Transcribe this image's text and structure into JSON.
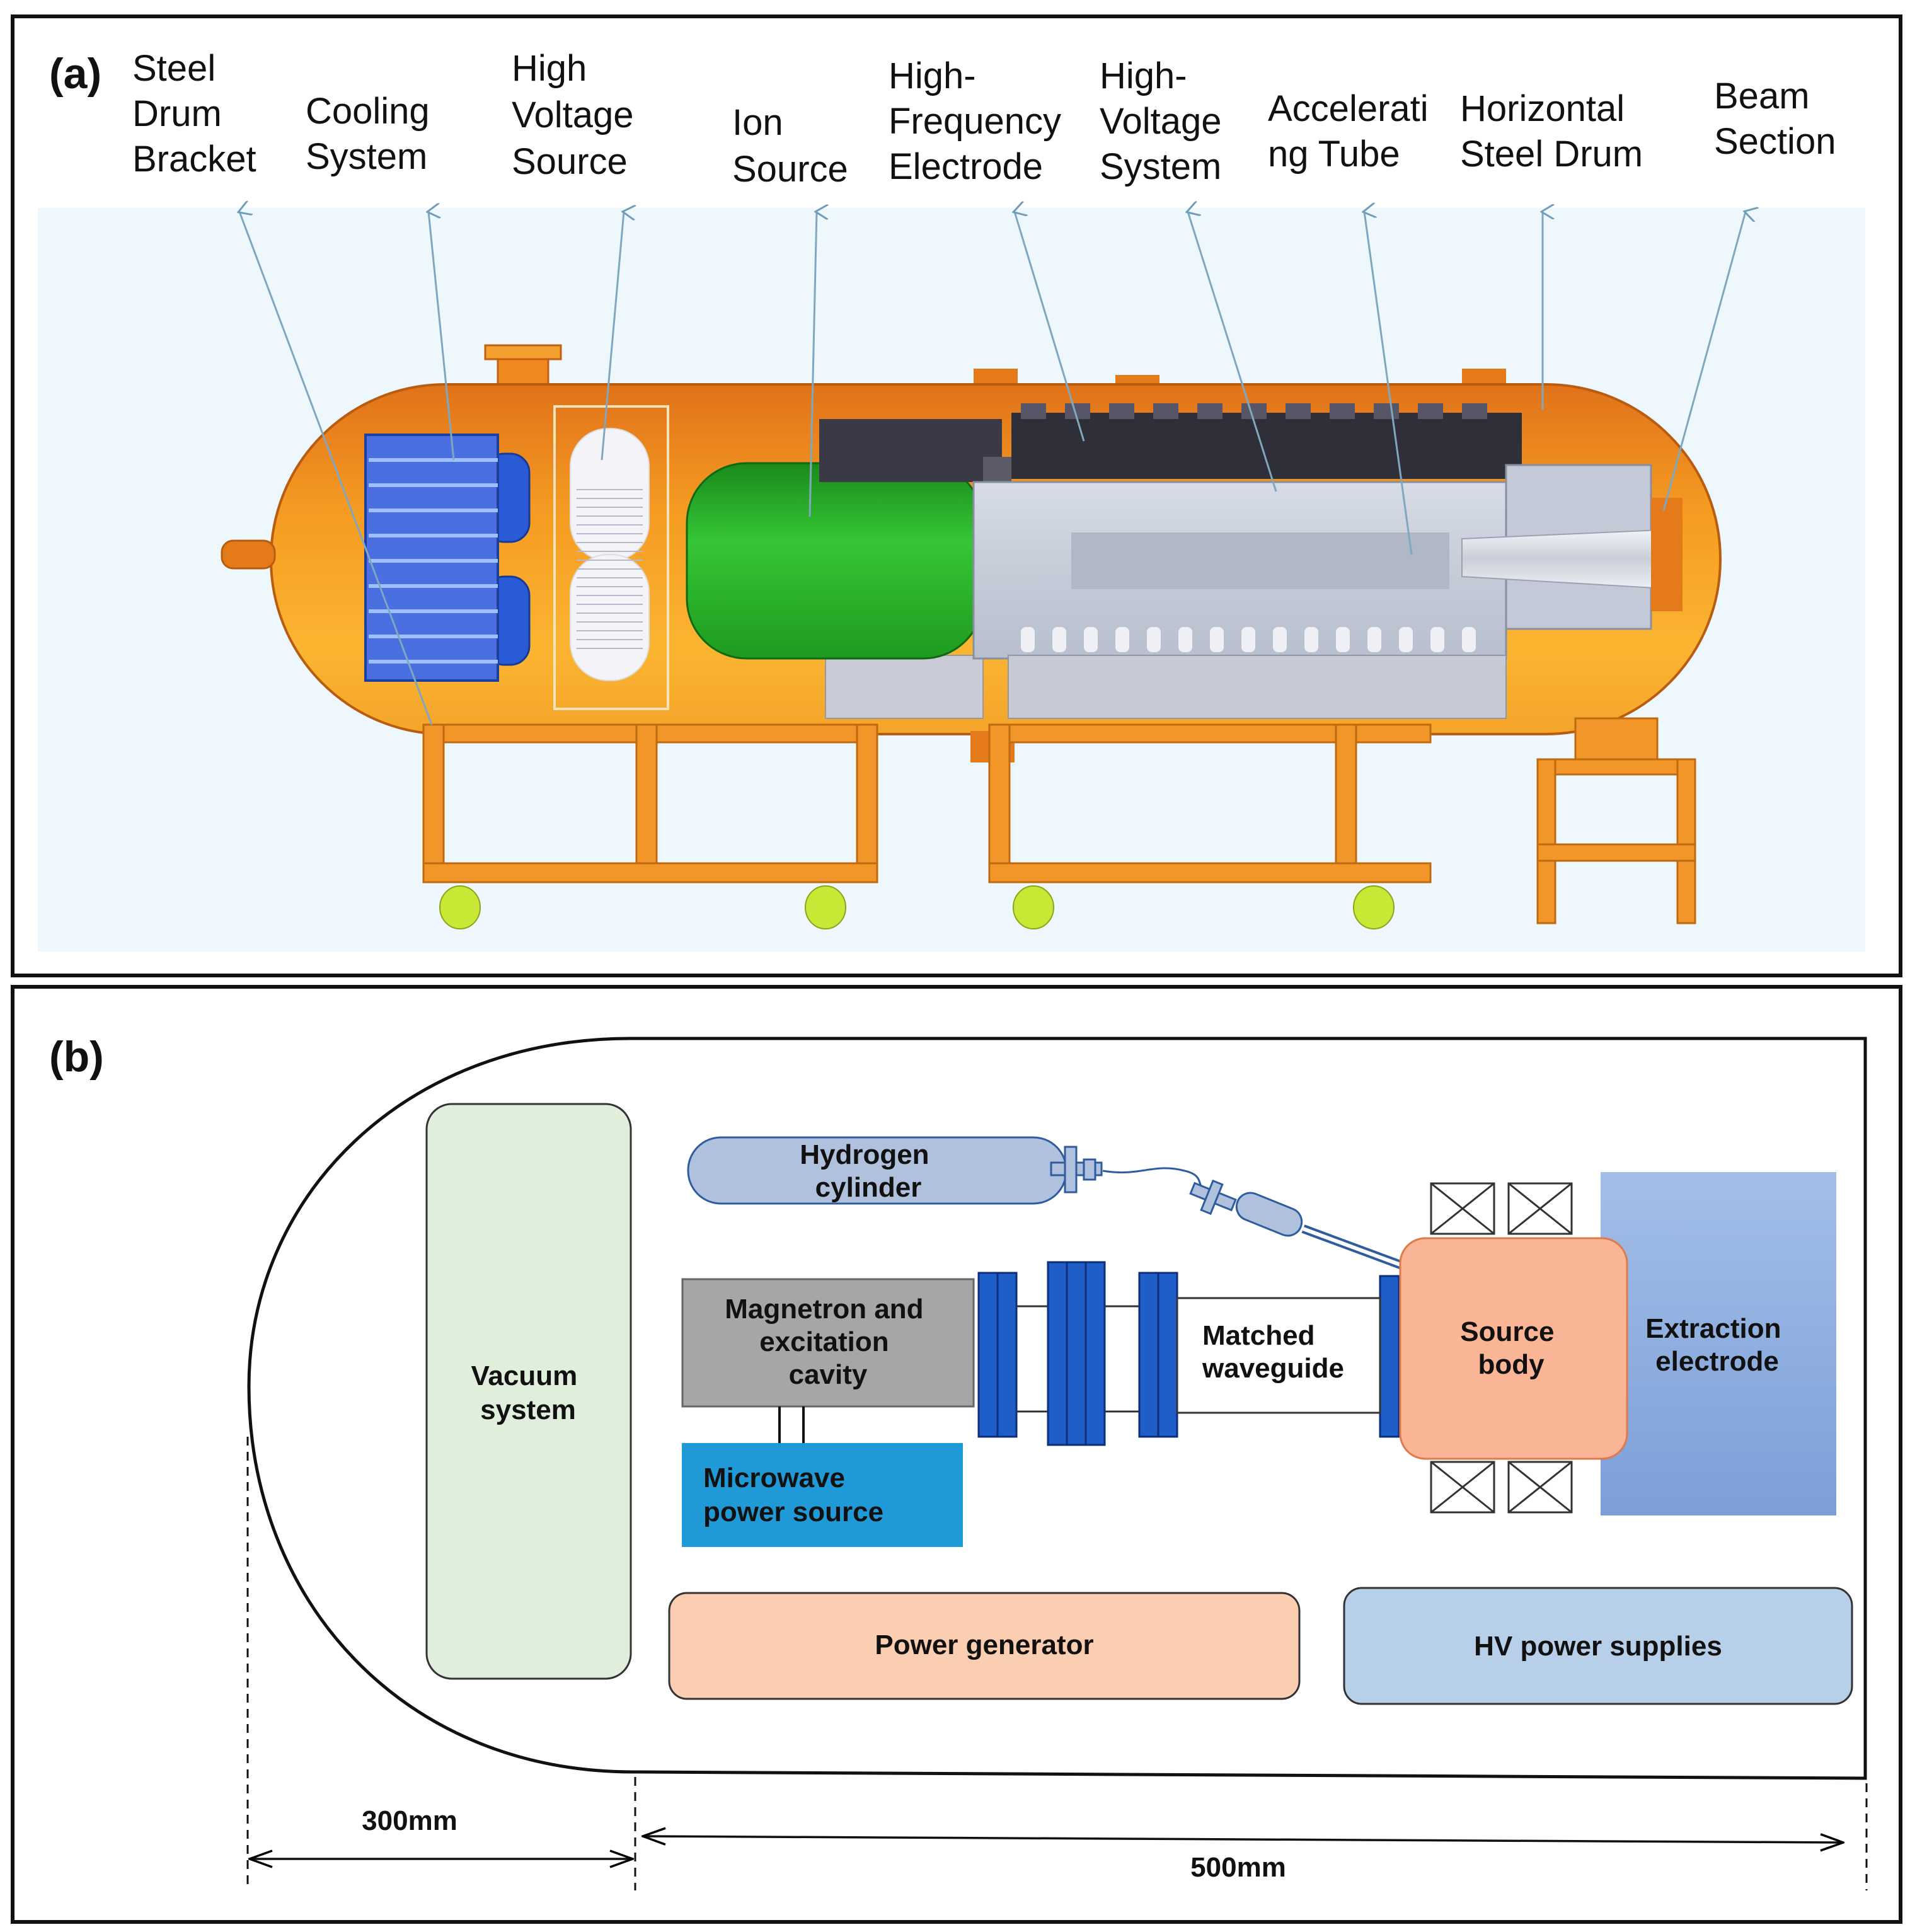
{
  "panel_a": {
    "letter": "(a)",
    "labels": [
      {
        "id": "steel-drum-bracket",
        "lines": [
          "Steel",
          "Drum",
          "Bracket"
        ]
      },
      {
        "id": "cooling-system",
        "lines": [
          "Cooling",
          "System"
        ]
      },
      {
        "id": "high-voltage-source",
        "lines": [
          "High",
          "Voltage",
          "Source"
        ]
      },
      {
        "id": "ion-source",
        "lines": [
          "Ion",
          "Source"
        ]
      },
      {
        "id": "high-frequency-electrode",
        "lines": [
          "High-",
          "Frequency",
          "Electrode"
        ]
      },
      {
        "id": "high-voltage-system",
        "lines": [
          "High-",
          "Voltage",
          "System"
        ]
      },
      {
        "id": "accelerating-tube",
        "lines": [
          "Accelerati",
          "ng Tube"
        ]
      },
      {
        "id": "horizontal-steel-drum",
        "lines": [
          "Horizontal",
          "Steel Drum"
        ]
      },
      {
        "id": "beam-section",
        "lines": [
          "Beam",
          "Section"
        ]
      }
    ]
  },
  "panel_b": {
    "letter": "(b)",
    "hydrogen_cylinder": [
      "Hydrogen",
      "cylinder"
    ],
    "vacuum_system": [
      "Vacuum",
      "system"
    ],
    "magnetron": [
      "Magnetron and",
      "excitation",
      "cavity"
    ],
    "microwave_source": [
      "Microwave",
      "power source"
    ],
    "matched_waveguide": [
      "Matched",
      "waveguide"
    ],
    "source_body": [
      "Source",
      "body"
    ],
    "extraction_electrode": [
      "Extraction",
      "electrode"
    ],
    "power_generator": "Power generator",
    "hv_power_supplies": "HV power supplies",
    "dim_left": "300mm",
    "dim_right": "500mm"
  },
  "colors": {
    "drum_orange": "#f39a1e",
    "drum_dark": "#d46a10",
    "ion_source_green": "#27b327",
    "cooling_blue": "#2e6be0",
    "vacuum_green": "#e0efdb",
    "magnetron_gray": "#a6a6a6",
    "microwave_blue": "#1f9ad6",
    "source_body_salmon": "#f9b596",
    "extraction_blue": "#8aaee0",
    "power_generator_peach": "#fbcdb1",
    "hv_blue": "#b8cfea",
    "coupler_blue": "#1f5ec8"
  }
}
